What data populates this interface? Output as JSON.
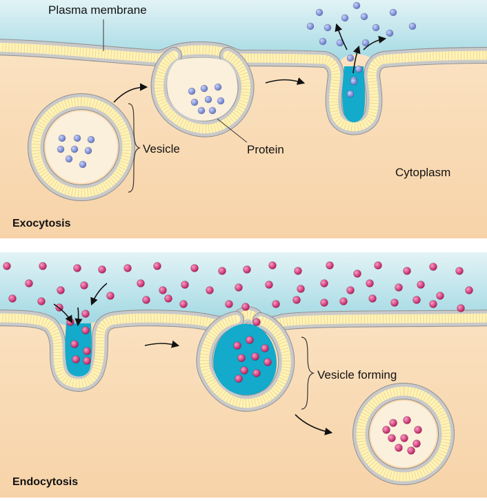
{
  "labels": {
    "plasma_membrane": "Plasma membrane",
    "vesicle": "Vesicle",
    "protein": "Protein",
    "cytoplasm": "Cytoplasm",
    "exocytosis": "Exocytosis",
    "vesicle_forming": "Vesicle forming",
    "endocytosis": "Endocytosis"
  },
  "colors": {
    "extracellular_light": "#e2f3f6",
    "extracellular_dark": "#9fd7e2",
    "cytoplasm_top": "#fbe6c9",
    "cytoplasm_bottom": "#f7d3a8",
    "lipid_head": "#c9c9c9",
    "lipid_tail": "#fff3b8",
    "vesicle_lumen_fluid": "#13aacb",
    "protein_exo": "#5c6fc0",
    "protein_endo": "#b5175a",
    "arrow": "#111111"
  }
}
